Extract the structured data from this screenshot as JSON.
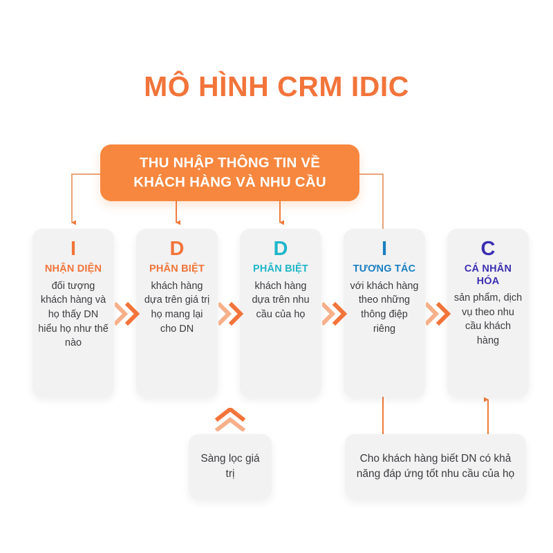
{
  "page": {
    "title": "MÔ HÌNH CRM IDIC",
    "background_color": "#ffffff"
  },
  "colors": {
    "orange": "#f2743a",
    "orange_banner": "#f7873f",
    "orange_light": "#f7b08a",
    "teal": "#1fb6c9",
    "blue": "#1a7fc1",
    "indigo": "#3b2fb0",
    "card_bg": "#f2f2f2",
    "body_text": "#3b3b40",
    "connector": "#f07a3c",
    "connector_light": "#e8a476"
  },
  "banner": {
    "text": "THU NHẬP THÔNG TIN VỀ KHÁCH HÀNG VÀ NHU CẦU",
    "line1": "THU NHẬP THÔNG TIN VỀ",
    "line2": "KHÁCH HÀNG VÀ NHU CẦU"
  },
  "cards": [
    {
      "letter": "I",
      "heading": "NHẬN DIỆN",
      "body": "đối tượng khách hàng và họ thấy DN hiểu họ như thế nào",
      "color": "#f2743a"
    },
    {
      "letter": "D",
      "heading": "PHÂN BIỆT",
      "body": "khách hàng dựa trên giá trị họ mang lại cho DN",
      "color": "#f2743a"
    },
    {
      "letter": "D",
      "heading": "PHÂN BIỆT",
      "body": "khách hàng dựa trên nhu cầu của họ",
      "color": "#1fb6c9"
    },
    {
      "letter": "I",
      "heading": "TƯƠNG TÁC",
      "body": "với khách hàng theo những thông điệp riêng",
      "color": "#1a7fc1"
    },
    {
      "letter": "C",
      "heading": "CÁ NHÂN HÓA",
      "body": "sản phẩm, dịch vụ theo nhu cầu khách hàng",
      "color": "#3b2fb0"
    }
  ],
  "notes": [
    {
      "text": "Sàng lọc giá trị"
    },
    {
      "text": "Cho khách hàng biết DN có khả năng đáp ứng tốt nhu cầu của họ"
    }
  ],
  "icons": {
    "chevron_right_double": "double-chevron-right-icon",
    "chevron_up_double": "double-chevron-up-icon",
    "arrow_down": "arrow-down-icon",
    "arrow_up": "arrow-up-icon"
  }
}
